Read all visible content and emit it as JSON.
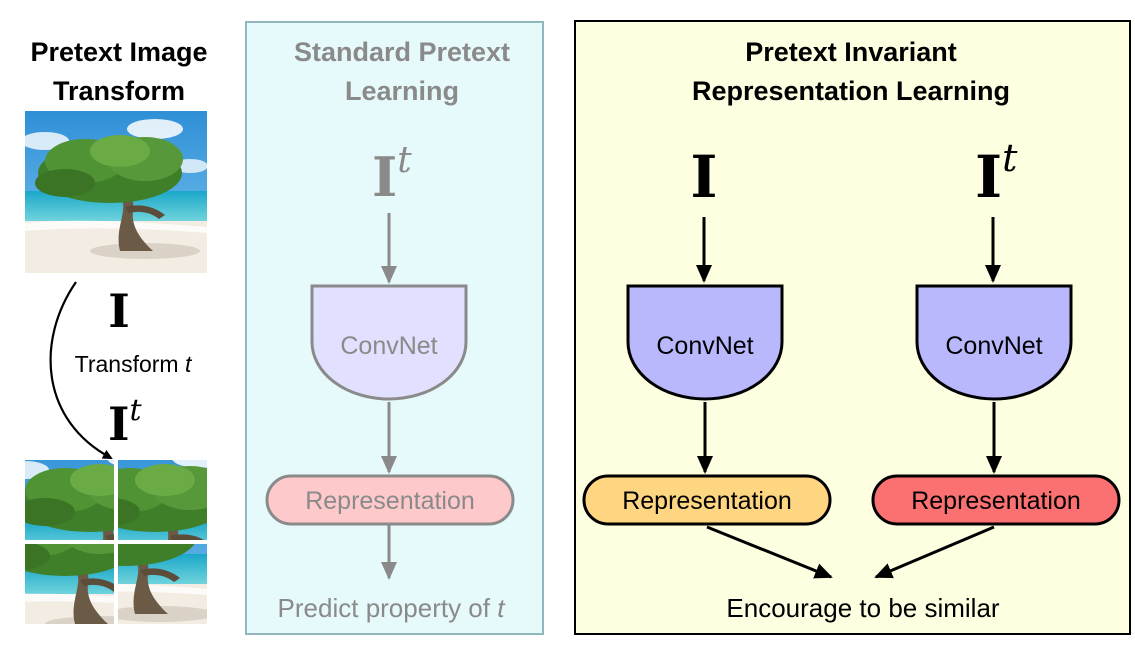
{
  "left": {
    "title_line1": "Pretext Image",
    "title_line2": "Transform",
    "image_symbol": "I",
    "transform_label": "Transform ",
    "transform_var": "t",
    "transformed_symbol": "I",
    "transformed_sup": "t"
  },
  "middle": {
    "title_line1": "Standard Pretext",
    "title_line2": "Learning",
    "input_symbol": "I",
    "input_sup": "t",
    "convnet_label": "ConvNet",
    "representation_label": "Representation",
    "output_label": "Predict property of ",
    "output_var": "t"
  },
  "right": {
    "title_line1": "Pretext Invariant",
    "title_line2": "Representation Learning",
    "left_input_symbol": "I",
    "right_input_symbol": "I",
    "right_input_sup": "t",
    "left_convnet_label": "ConvNet",
    "right_convnet_label": "ConvNet",
    "left_representation_label": "Representation",
    "right_representation_label": "Representation",
    "output_label": "Encourage to be similar"
  },
  "colors": {
    "middle_panel_fill": "#e6f9fb",
    "middle_panel_stroke": "#8fb7bd",
    "right_panel_fill": "#fefee1",
    "faded_convnet_fill": "#e1e0fe",
    "faded_representation_fill": "#fdc9cb",
    "convnet_fill": "#b9b8fd",
    "rep_orange_fill": "#fed581",
    "rep_red_fill": "#fb7070",
    "faded_gray": "#8a8a8a"
  }
}
